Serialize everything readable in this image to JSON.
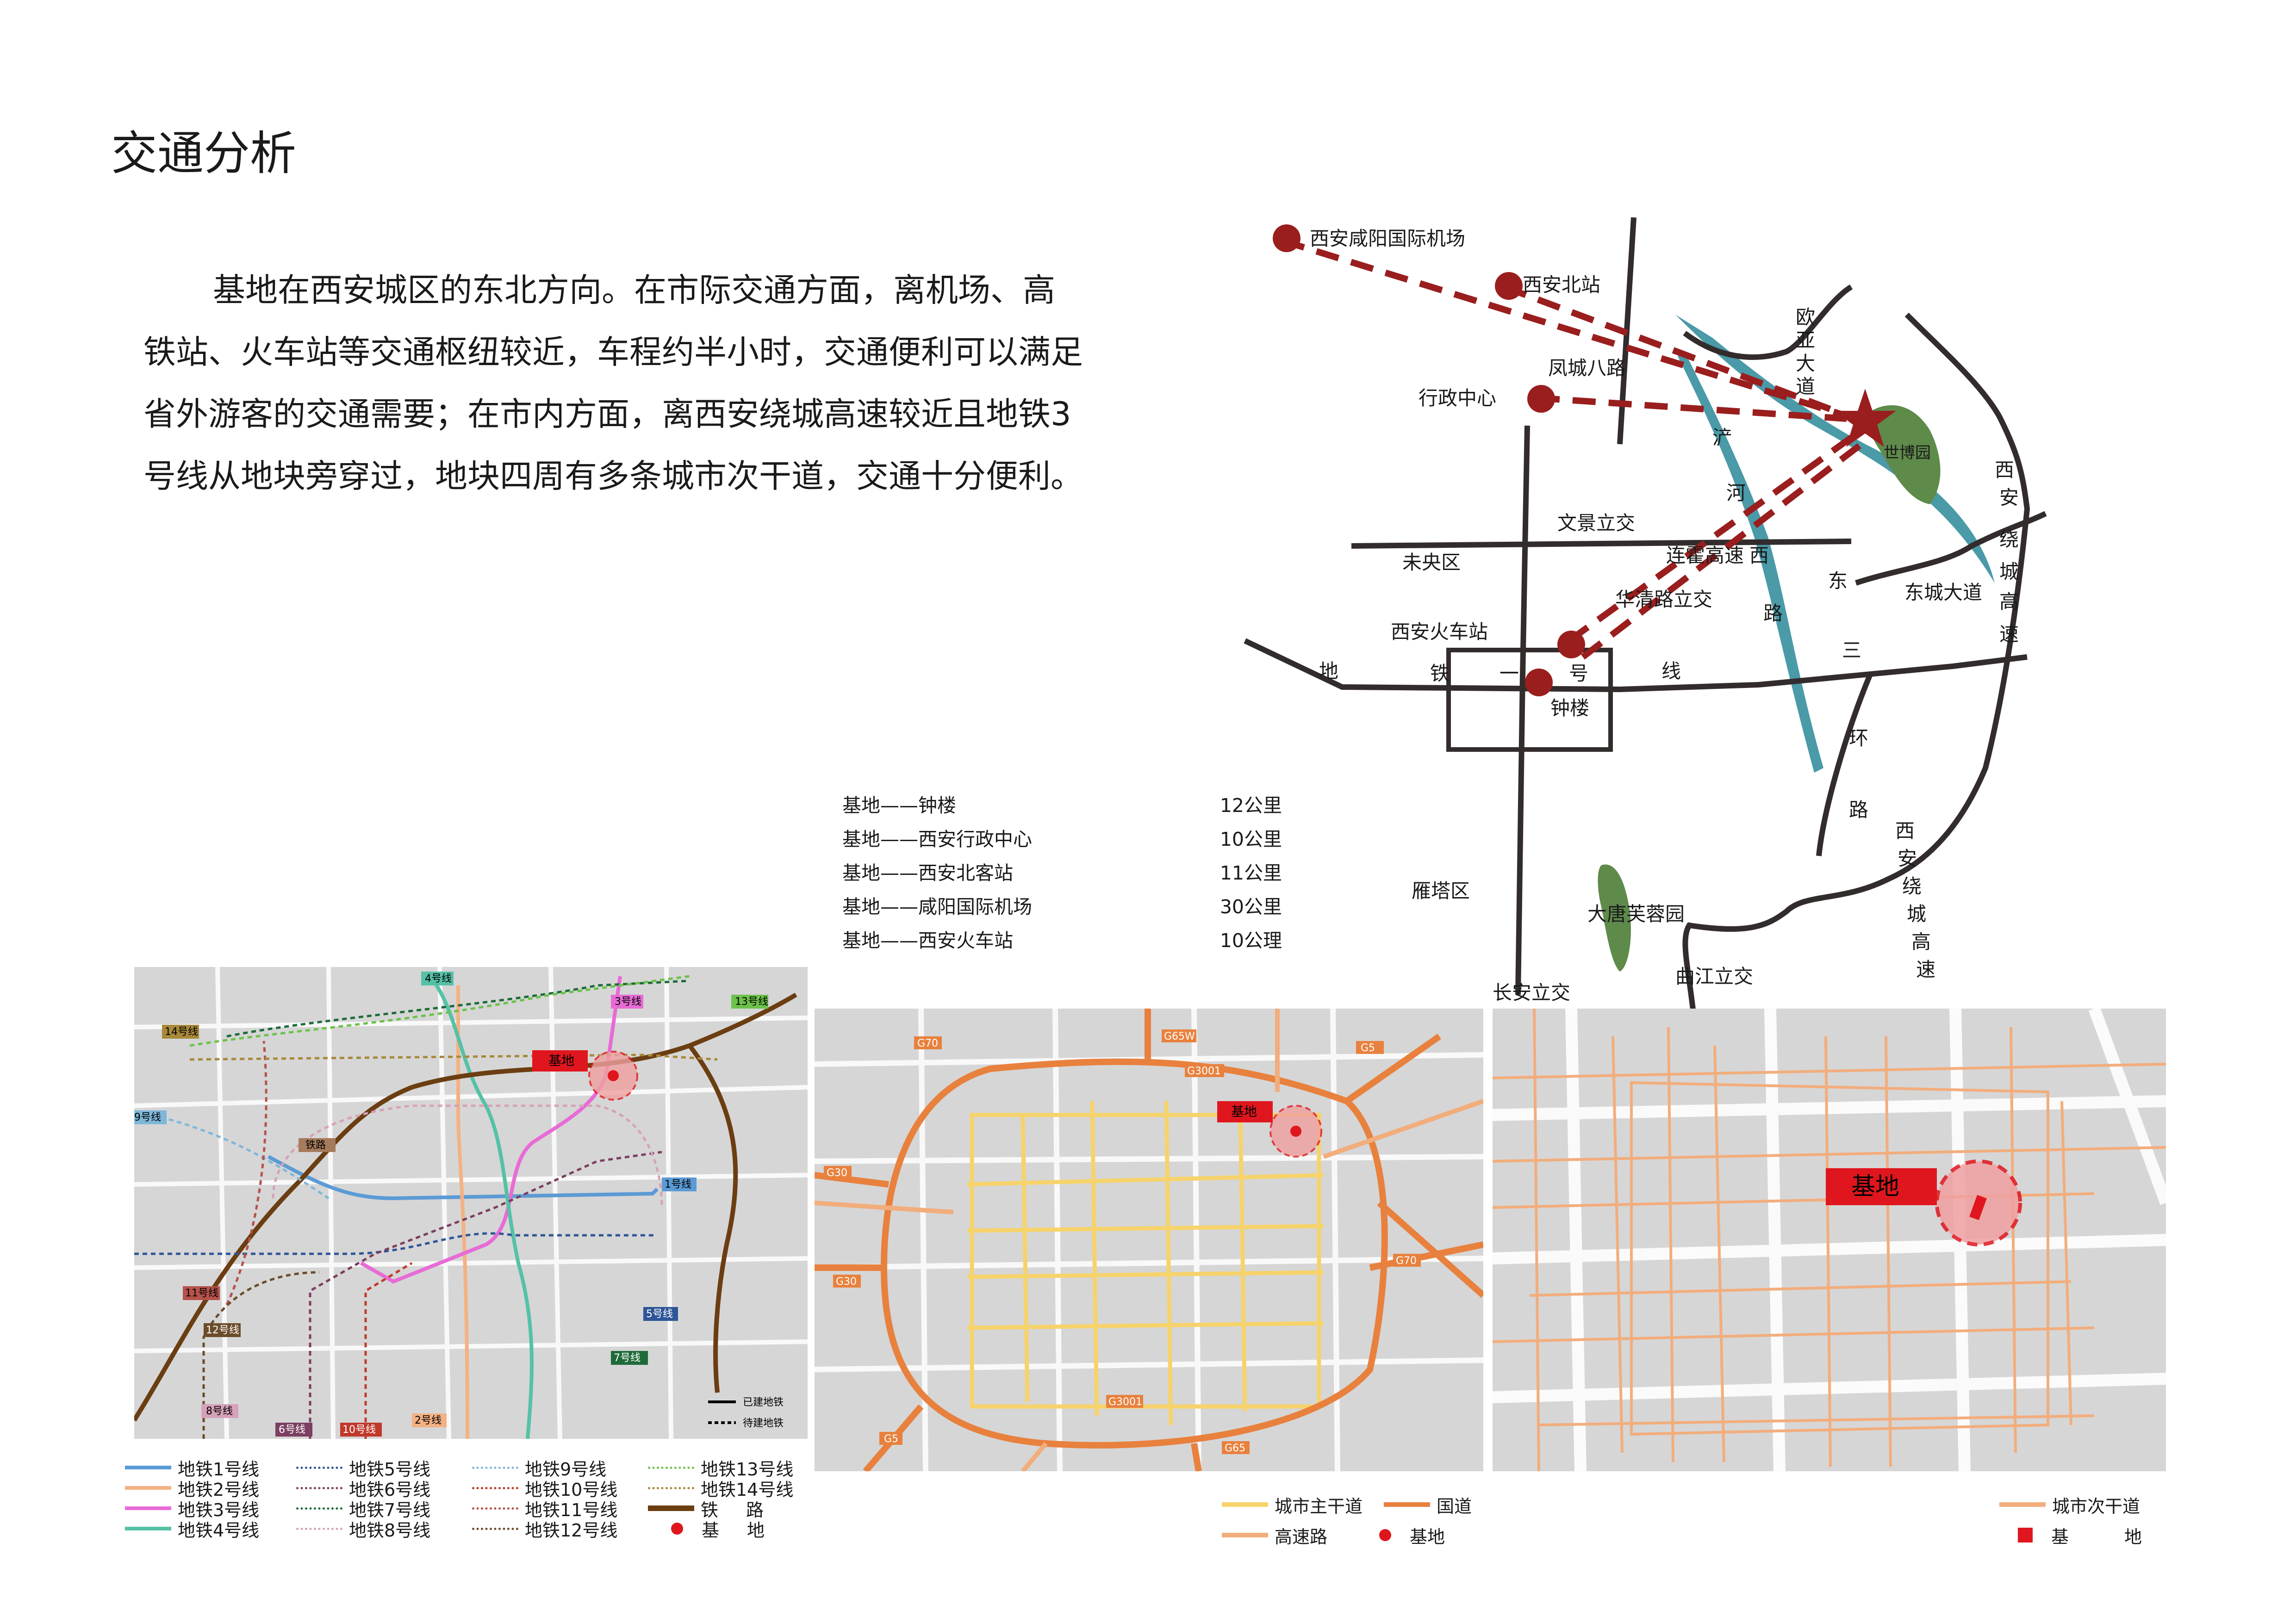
{
  "title": "交通分析",
  "intro": "基地在西安城区的东北方向。在市际交通方面，离机场、高铁站、火车站等交通枢纽较近，车程约半小时，交通便利可以满足省外游客的交通需要；在市内方面，离西安绕城高速较近且地铁3号线从地块旁穿过，地块四周有多条城市次干道，交通十分便利。",
  "distances": [
    {
      "route": "基地——钟楼",
      "dist": "12公里"
    },
    {
      "route": "基地——西安行政中心",
      "dist": "10公里"
    },
    {
      "route": "基地——西安北客站",
      "dist": "11公里"
    },
    {
      "route": "基地——咸阳国际机场",
      "dist": "30公里"
    },
    {
      "route": "基地——西安火车站",
      "dist": "10公理"
    }
  ],
  "diagram": {
    "hubs": [
      "西安咸阳国际机场",
      "西安北站",
      "行政中心",
      "西安火车站",
      "钟楼"
    ],
    "roads": [
      "凤城八路",
      "文景立交",
      "连霍高速",
      "华清路立交",
      "东城大道",
      "长安立交",
      "曲江立交"
    ],
    "districts": [
      "未央区",
      "雁塔区"
    ],
    "parks": [
      "世博园",
      "大唐芙蓉园"
    ],
    "metro_line": [
      "地",
      "铁",
      "一",
      "号",
      "线"
    ],
    "ouya": [
      "欧",
      "亚",
      "大",
      "道"
    ],
    "chan_river": [
      "浐",
      "河",
      "西",
      "路"
    ],
    "east_third": [
      "东",
      "三",
      "环",
      "路"
    ],
    "ring_right": [
      "西",
      "安",
      "绕",
      "城",
      "高",
      "速"
    ],
    "ring_bottom": [
      "西",
      "安",
      "绕",
      "城",
      "高",
      "速"
    ]
  },
  "metro_map": {
    "site": "基地",
    "line_tags": [
      "1号线",
      "2号线",
      "3号线",
      "4号线",
      "5号线",
      "7号线",
      "8号线",
      "9号线",
      "11号线",
      "12号线",
      "13号线",
      "14号线",
      "10号线",
      "6号线",
      "铁路"
    ],
    "key_built": "已建地铁",
    "key_planned": "待建地铁",
    "legend": [
      {
        "label": "地铁1号线",
        "color": "#5b9bd5",
        "style": "solid"
      },
      {
        "label": "地铁2号线",
        "color": "#f4b183",
        "style": "solid"
      },
      {
        "label": "地铁3号线",
        "color": "#e86bd6",
        "style": "solid"
      },
      {
        "label": "地铁4号线",
        "color": "#55c1a6",
        "style": "solid"
      },
      {
        "label": "地铁5号线",
        "color": "#2e5597",
        "style": "dotted"
      },
      {
        "label": "地铁6号线",
        "color": "#7b3f61",
        "style": "dotted"
      },
      {
        "label": "地铁7号线",
        "color": "#1e6b3a",
        "style": "dotted"
      },
      {
        "label": "地铁8号线",
        "color": "#d6a2b9",
        "style": "dotted"
      },
      {
        "label": "地铁9号线",
        "color": "#7fb7d9",
        "style": "dotted"
      },
      {
        "label": "地铁10号线",
        "color": "#c0392b",
        "style": "dotted"
      },
      {
        "label": "地铁11号线",
        "color": "#b5524a",
        "style": "dotted"
      },
      {
        "label": "地铁12号线",
        "color": "#6b4c2a",
        "style": "dotted"
      },
      {
        "label": "地铁13号线",
        "color": "#6cc24a",
        "style": "dotted"
      },
      {
        "label": "地铁14号线",
        "color": "#a8893a",
        "style": "dotted"
      },
      {
        "label": "铁路",
        "color": "#6b3e12",
        "style": "thick"
      },
      {
        "label": "基地",
        "color": "#e0161e",
        "style": "dot"
      }
    ]
  },
  "road_map": {
    "site": "基地",
    "shields": [
      "G70",
      "G65W",
      "G3001",
      "G5",
      "G30",
      "G70",
      "G30",
      "G3001",
      "G5",
      "G65"
    ],
    "legend": [
      {
        "label": "城市主干道",
        "color": "#f6d36b",
        "style": "line"
      },
      {
        "label": "国道",
        "color": "#e8813d",
        "style": "line"
      },
      {
        "label": "高速路",
        "color": "#f2ad7c",
        "style": "line"
      },
      {
        "label": "基地",
        "color": "#e0161e",
        "style": "dot"
      }
    ]
  },
  "street_map": {
    "site": "基地",
    "legend": [
      {
        "label": "城市次干道",
        "color": "#f2ad7c",
        "style": "line"
      },
      {
        "label": "基地",
        "color": "#e0161e",
        "style": "square"
      }
    ]
  }
}
